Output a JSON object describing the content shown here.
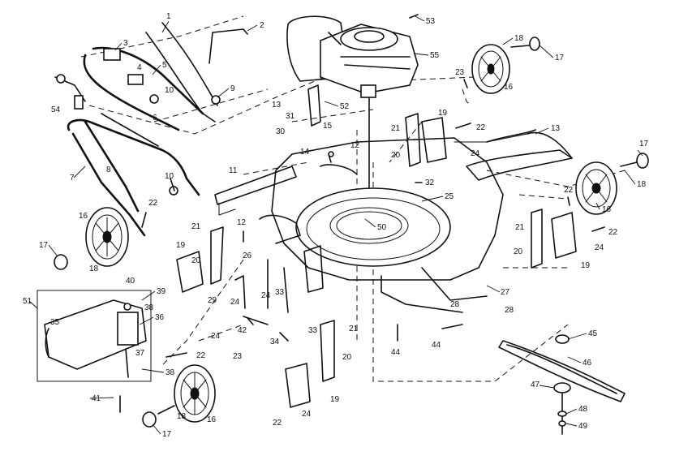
{
  "callouts": [
    {
      "id": "c1",
      "text": "1"
    },
    {
      "id": "c2",
      "text": "2"
    },
    {
      "id": "c3",
      "text": "3"
    },
    {
      "id": "c4",
      "text": "4"
    },
    {
      "id": "c5",
      "text": "5"
    },
    {
      "id": "c6",
      "text": "6"
    },
    {
      "id": "c7",
      "text": "7"
    },
    {
      "id": "c8",
      "text": "8"
    },
    {
      "id": "c9",
      "text": "9"
    },
    {
      "id": "c10a",
      "text": "10"
    },
    {
      "id": "c10b",
      "text": "10"
    },
    {
      "id": "c11",
      "text": "11"
    },
    {
      "id": "c12a",
      "text": "12"
    },
    {
      "id": "c12b",
      "text": "12"
    },
    {
      "id": "c13a",
      "text": "13"
    },
    {
      "id": "c13b",
      "text": "13"
    },
    {
      "id": "c14",
      "text": "14"
    },
    {
      "id": "c15",
      "text": "15"
    },
    {
      "id": "c16a",
      "text": "16"
    },
    {
      "id": "c16b",
      "text": "16"
    },
    {
      "id": "c16c",
      "text": "16"
    },
    {
      "id": "c16d",
      "text": "16"
    },
    {
      "id": "c17a",
      "text": "17"
    },
    {
      "id": "c17b",
      "text": "17"
    },
    {
      "id": "c17c",
      "text": "17"
    },
    {
      "id": "c17d",
      "text": "17"
    },
    {
      "id": "c18a",
      "text": "18"
    },
    {
      "id": "c18b",
      "text": "18"
    },
    {
      "id": "c18c",
      "text": "18"
    },
    {
      "id": "c18d",
      "text": "18"
    },
    {
      "id": "c19a",
      "text": "19"
    },
    {
      "id": "c19b",
      "text": "19"
    },
    {
      "id": "c19c",
      "text": "19"
    },
    {
      "id": "c19d",
      "text": "19"
    },
    {
      "id": "c20a",
      "text": "20"
    },
    {
      "id": "c20b",
      "text": "20"
    },
    {
      "id": "c20c",
      "text": "20"
    },
    {
      "id": "c20d",
      "text": "20"
    },
    {
      "id": "c21a",
      "text": "21"
    },
    {
      "id": "c21b",
      "text": "21"
    },
    {
      "id": "c21c",
      "text": "21"
    },
    {
      "id": "c21d",
      "text": "21"
    },
    {
      "id": "c22a",
      "text": "22"
    },
    {
      "id": "c22b",
      "text": "22"
    },
    {
      "id": "c22c",
      "text": "22"
    },
    {
      "id": "c22d",
      "text": "22"
    },
    {
      "id": "c22e",
      "text": "22"
    },
    {
      "id": "c22f",
      "text": "22"
    },
    {
      "id": "c23a",
      "text": "23"
    },
    {
      "id": "c23b",
      "text": "23"
    },
    {
      "id": "c24a",
      "text": "24"
    },
    {
      "id": "c24b",
      "text": "24"
    },
    {
      "id": "c24c",
      "text": "24"
    },
    {
      "id": "c24d",
      "text": "24"
    },
    {
      "id": "c24e",
      "text": "24"
    },
    {
      "id": "c24f",
      "text": "24"
    },
    {
      "id": "c25",
      "text": "25"
    },
    {
      "id": "c26",
      "text": "26"
    },
    {
      "id": "c27",
      "text": "27"
    },
    {
      "id": "c28a",
      "text": "28"
    },
    {
      "id": "c28b",
      "text": "28"
    },
    {
      "id": "c29",
      "text": "29"
    },
    {
      "id": "c30",
      "text": "30"
    },
    {
      "id": "c31",
      "text": "31"
    },
    {
      "id": "c32",
      "text": "32"
    },
    {
      "id": "c33a",
      "text": "33"
    },
    {
      "id": "c33b",
      "text": "33"
    },
    {
      "id": "c34",
      "text": "34"
    },
    {
      "id": "c35",
      "text": "35"
    },
    {
      "id": "c36",
      "text": "36"
    },
    {
      "id": "c37",
      "text": "37"
    },
    {
      "id": "c38a",
      "text": "38"
    },
    {
      "id": "c38b",
      "text": "38"
    },
    {
      "id": "c39",
      "text": "39"
    },
    {
      "id": "c40",
      "text": "40"
    },
    {
      "id": "c41",
      "text": "41"
    },
    {
      "id": "c42",
      "text": "42"
    },
    {
      "id": "c44a",
      "text": "44"
    },
    {
      "id": "c44b",
      "text": "44"
    },
    {
      "id": "c45",
      "text": "45"
    },
    {
      "id": "c46",
      "text": "46"
    },
    {
      "id": "c47",
      "text": "47"
    },
    {
      "id": "c48",
      "text": "48"
    },
    {
      "id": "c49",
      "text": "49"
    },
    {
      "id": "c50",
      "text": "50"
    },
    {
      "id": "c51",
      "text": "51"
    },
    {
      "id": "c52",
      "text": "52"
    },
    {
      "id": "c53",
      "text": "53"
    },
    {
      "id": "c54",
      "text": "54"
    },
    {
      "id": "c55",
      "text": "55"
    }
  ]
}
